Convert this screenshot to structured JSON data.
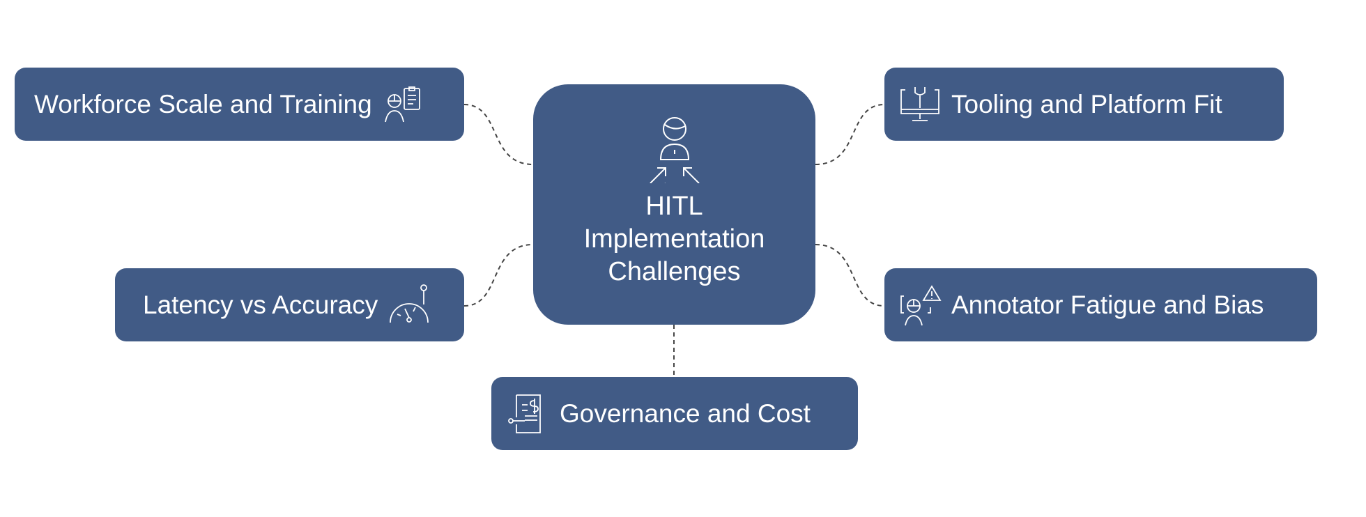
{
  "center": {
    "title_lines": [
      "HITL",
      "Implementation",
      "Challenges"
    ],
    "icon": "person-decision-icon"
  },
  "nodes": [
    {
      "label": "Workforce Scale and Training",
      "icon": "worker-clipboard-icon"
    },
    {
      "label": "Tooling and Platform Fit",
      "icon": "monitor-wrench-icon"
    },
    {
      "label": "Latency vs Accuracy",
      "icon": "gauge-icon"
    },
    {
      "label": "Annotator Fatigue and Bias",
      "icon": "person-warning-icon"
    },
    {
      "label": "Governance and Cost",
      "icon": "document-dollar-icon"
    }
  ],
  "colors": {
    "box": "#415b86",
    "text": "#ffffff",
    "connector": "#444444"
  }
}
